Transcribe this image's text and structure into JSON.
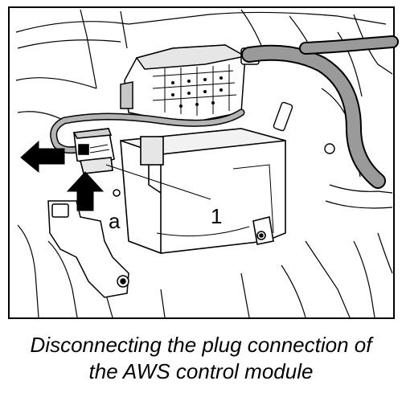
{
  "figure": {
    "callouts": {
      "part_number": "1",
      "arrow_label": "a"
    }
  },
  "caption": {
    "line1": "Disconnecting the plug connection of",
    "line2": "the AWS control module"
  },
  "colors": {
    "line": "#000000",
    "background": "#ffffff",
    "shade": "#808080",
    "light_shade": "#c8c8c8"
  }
}
